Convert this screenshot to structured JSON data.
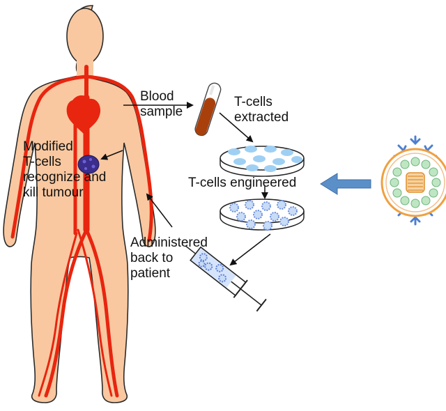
{
  "labels": {
    "blood_sample": [
      "Blood",
      "sample"
    ],
    "t_cells_extracted": [
      "T-cells",
      "extracted"
    ],
    "t_cells_engineered": "T-cells engineered",
    "modified_t_cells": [
      "Modified",
      "T-cells",
      "recognize and",
      "kill tumour"
    ],
    "administered": [
      "Administered",
      "back to",
      "patient"
    ]
  },
  "colors": {
    "skin": "#f9c8a0",
    "skin_outline": "#2a2a2a",
    "blood_vessel": "#e8250f",
    "heart": "#e8250f",
    "tumour": "#3a2d8c",
    "blood_tube": "#a9400c",
    "extracted_cells": "#9fd0f3",
    "engineered_cells": "#6d8fe0",
    "arrow_big": "#5b8fc8",
    "virus_shell": "#f0a040",
    "virus_core": "#bfe6c3",
    "virus_spikes": "#4d7fd0"
  }
}
